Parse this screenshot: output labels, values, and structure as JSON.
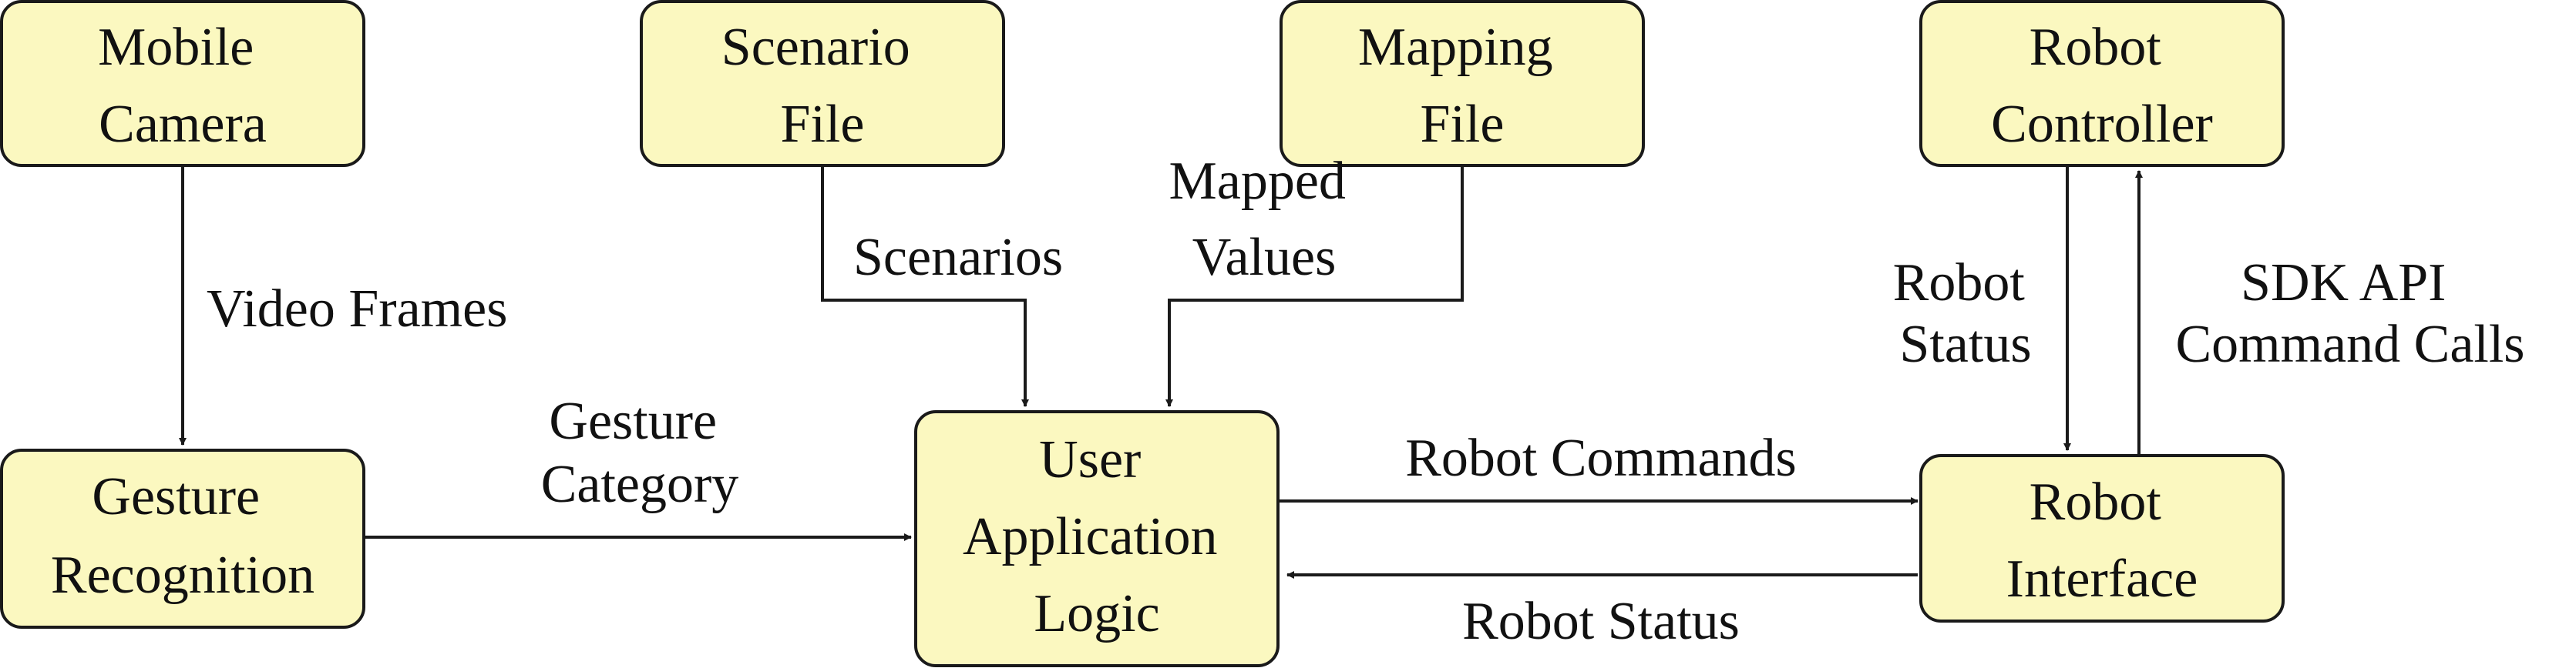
{
  "nodes": {
    "mobile_camera": [
      "Mobile",
      "Camera"
    ],
    "scenario_file": [
      "Scenario",
      "File"
    ],
    "mapping_file": [
      "Mapping",
      "File"
    ],
    "robot_controller": [
      "Robot",
      "Controller"
    ],
    "gesture_recognition": [
      "Gesture",
      "Recognition"
    ],
    "user_application_logic": [
      "User",
      "Application",
      "Logic"
    ],
    "robot_interface": [
      "Robot",
      "Interface"
    ]
  },
  "edges": {
    "video_frames": [
      "Video Frames"
    ],
    "scenarios": [
      "Scenarios"
    ],
    "mapped_values": [
      "Mapped",
      "Values"
    ],
    "gesture_category": [
      "Gesture",
      "Category"
    ],
    "robot_commands": [
      "Robot Commands"
    ],
    "robot_status_bottom": [
      "Robot Status"
    ],
    "robot_status_vertical": [
      "Robot",
      "Status"
    ],
    "sdk_api": [
      "SDK API",
      "Command Calls"
    ]
  },
  "colors": {
    "box_fill": "#fbf8c0",
    "stroke": "#1a1a1a"
  }
}
